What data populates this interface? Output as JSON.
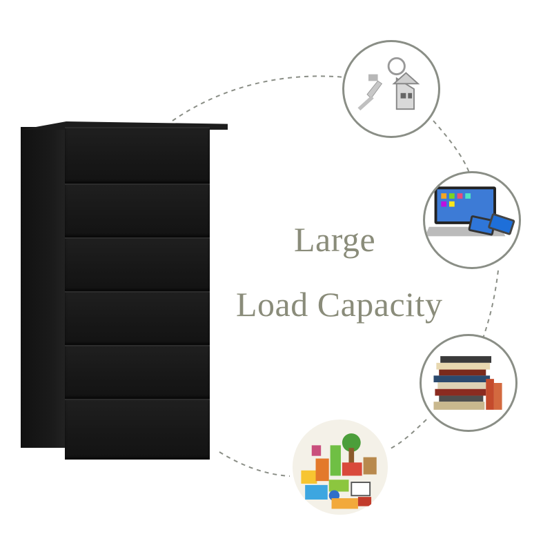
{
  "headline": {
    "line1": "Large",
    "line2": "Load Capacity"
  },
  "product": {
    "drawer_count": 6,
    "color": "#141414"
  },
  "items": [
    {
      "icon": "house-keys-icon"
    },
    {
      "icon": "laptop-phones-icon"
    },
    {
      "icon": "book-stack-icon"
    },
    {
      "icon": "toy-blocks-icon"
    }
  ],
  "colors": {
    "text": "#8a8c7a",
    "circle_border": "#8a8e86",
    "dashed_arc": "#8a8e86"
  }
}
